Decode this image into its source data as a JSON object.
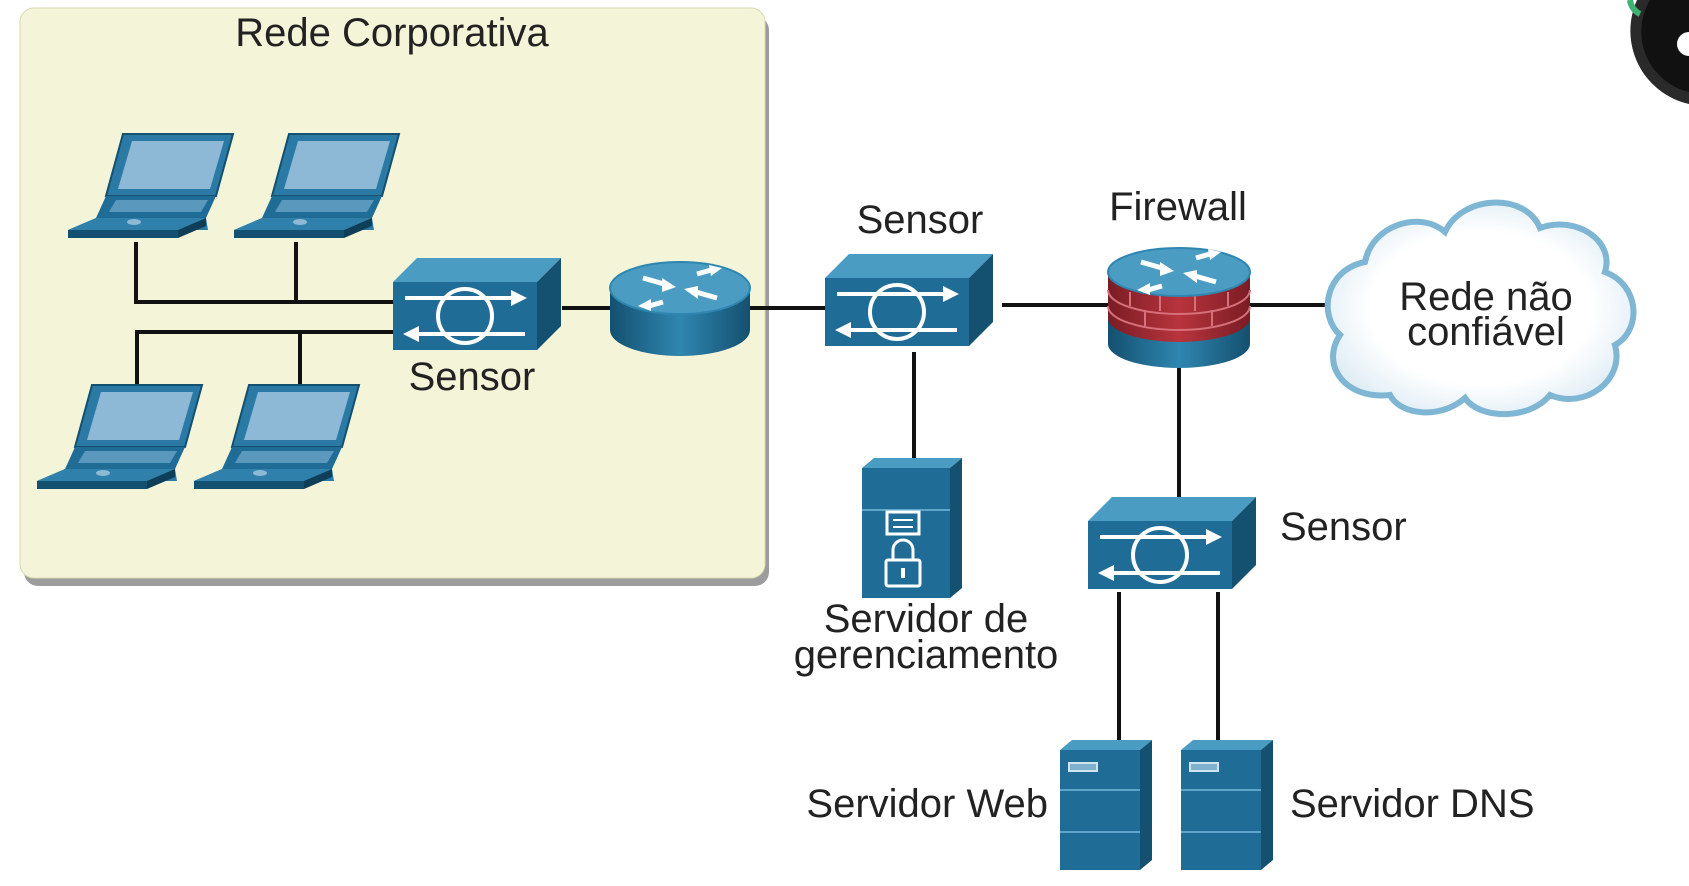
{
  "zone": {
    "title": "Rede Corporativa"
  },
  "labels": {
    "sensor_corp": "Sensor",
    "sensor_mid": "Sensor",
    "sensor_dmz": "Sensor",
    "firewall": "Firewall",
    "untrusted_line1": "Rede não",
    "untrusted_line2": "confiável",
    "mgmt_line1": "Servidor de",
    "mgmt_line2": "gerenciamento",
    "web_server": "Servidor Web",
    "dns_server": "Servidor DNS"
  },
  "colors": {
    "zone_fill": "#f4f5d8",
    "device_blue": "#1f6d96",
    "device_top": "#4a9cc2",
    "device_dark": "#14506f",
    "firewall_brick": "#9c2730",
    "cloud_stroke": "#7fb6d4"
  },
  "icons": [
    "laptop-icon",
    "switch-sensor-icon",
    "router-icon",
    "firewall-icon",
    "cloud-icon",
    "server-icon",
    "lock-icon"
  ]
}
